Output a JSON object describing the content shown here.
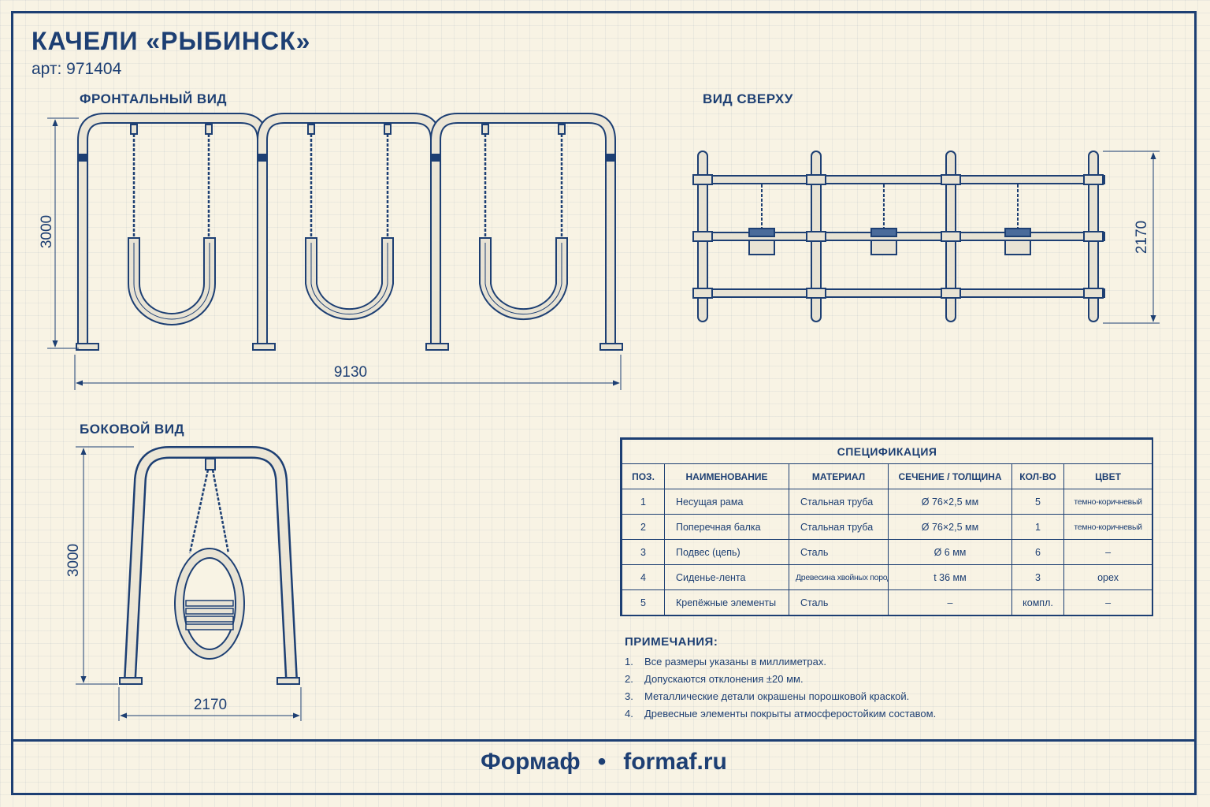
{
  "title": "КАЧЕЛИ «РЫБИНСК»",
  "article": "арт: 971404",
  "views": {
    "front": {
      "label": "ФРОНТАЛЬНЫЙ ВИД",
      "height_dim": "3000",
      "width_dim": "9130"
    },
    "top": {
      "label": "ВИД СВЕРХУ",
      "depth_dim": "2170"
    },
    "side": {
      "label": "БОКОВОЙ ВИД",
      "height_dim": "3000",
      "width_dim": "2170"
    }
  },
  "spec": {
    "caption": "СПЕЦИФИКАЦИЯ",
    "headers": [
      "ПОЗ.",
      "НАИМЕНОВАНИЕ",
      "МАТЕРИАЛ",
      "СЕЧЕНИЕ / ТОЛЩИНА",
      "КОЛ-ВО",
      "ЦВЕТ"
    ],
    "rows": [
      [
        "1",
        "Несущая рама",
        "Стальная труба",
        "Ø 76×2,5 мм",
        "5",
        "темно-коричневый"
      ],
      [
        "2",
        "Поперечная балка",
        "Стальная труба",
        "Ø 76×2,5 мм",
        "1",
        "темно-коричневый"
      ],
      [
        "3",
        "Подвес (цепь)",
        "Сталь",
        "Ø 6 мм",
        "6",
        "–"
      ],
      [
        "4",
        "Сиденье-лента",
        "Древесина хвойных пород",
        "t 36 мм",
        "3",
        "орех"
      ],
      [
        "5",
        "Крепёжные элементы",
        "Сталь",
        "–",
        "компл.",
        "–"
      ]
    ]
  },
  "notes": {
    "heading": "ПРИМЕЧАНИЯ:",
    "items": [
      {
        "n": "1.",
        "text": "Все размеры указаны в миллиметрах."
      },
      {
        "n": "2.",
        "text": "Допускаются отклонения ±20 мм."
      },
      {
        "n": "3.",
        "text": "Металлические детали окрашены порошковой краской."
      },
      {
        "n": "4.",
        "text": "Древесные элементы покрыты атмосферостойким составом."
      }
    ]
  },
  "footer": {
    "brand": "Формаф",
    "separator": "•",
    "site": "formaf.ru"
  },
  "colors": {
    "ink": "#1d3f73",
    "paper": "#f8f3e4",
    "tube_fill": "#e8e3d4"
  }
}
